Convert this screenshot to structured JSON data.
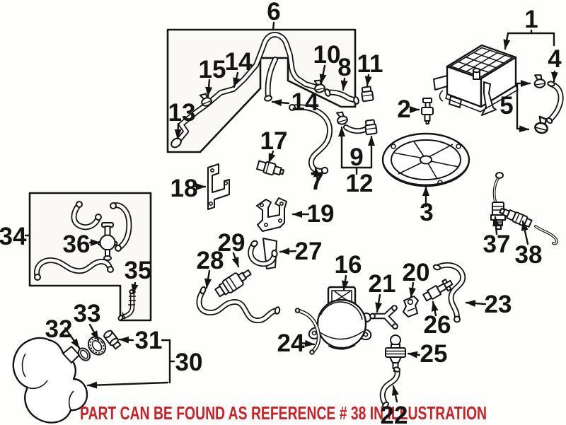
{
  "note": {
    "text": "PART CAN BE FOUND AS REFERENCE # 38 IN ILLUSTRATION",
    "color": "#cc1f26"
  },
  "colors": {
    "line": "#141414",
    "box_fill": "#faf9f5",
    "background": "#ffffff"
  },
  "callouts": {
    "n1": "1",
    "n2": "2",
    "n3": "3",
    "n4": "4",
    "n5": "5",
    "n6": "6",
    "n7": "7",
    "n8": "8",
    "n9": "9",
    "n10": "10",
    "n11": "11",
    "n12": "12",
    "n13": "13",
    "n14a": "14",
    "n14b": "14",
    "n15": "15",
    "n16": "16",
    "n17": "17",
    "n18": "18",
    "n19": "19",
    "n20": "20",
    "n21": "21",
    "n22": "22",
    "n23": "23",
    "n24": "24",
    "n25": "25",
    "n26": "26",
    "n27": "27",
    "n28": "28",
    "n29": "29",
    "n30": "30",
    "n31": "31",
    "n32": "32",
    "n33": "33",
    "n34": "34",
    "n35": "35",
    "n36": "36",
    "n37": "37",
    "n38": "38"
  }
}
